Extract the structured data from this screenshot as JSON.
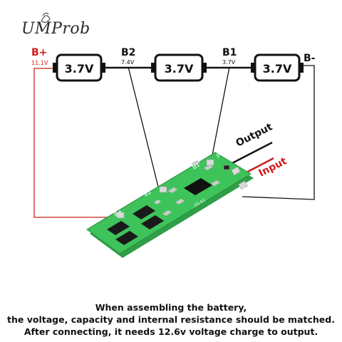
{
  "brand": "UMProb",
  "cells": [
    "3.7V",
    "3.7V",
    "3.7V"
  ],
  "nodes": {
    "b_plus": "B+",
    "b_plus_voltage": "11.1V",
    "b2": "B2",
    "b2_voltage": "7.4V",
    "b1": "B1",
    "b1_voltage": "3.7V",
    "b_minus": "B-"
  },
  "board": {
    "label_b_plus": "B+",
    "label_b2": "B2",
    "label_b1": "B1",
    "label_p_minus": "P-",
    "label_p_plus": "P+",
    "serial": "-3S-01-"
  },
  "io": {
    "output": "Output",
    "input": "Input"
  },
  "colors": {
    "board_green": "#3dc35a",
    "wire_red": "#c8201e",
    "wire_black": "#111111"
  },
  "caption": [
    "When assembling the battery,",
    "the voltage, capacity and internal resistance should be matched.",
    "After connecting, it needs 12.6v voltage charge to output."
  ]
}
